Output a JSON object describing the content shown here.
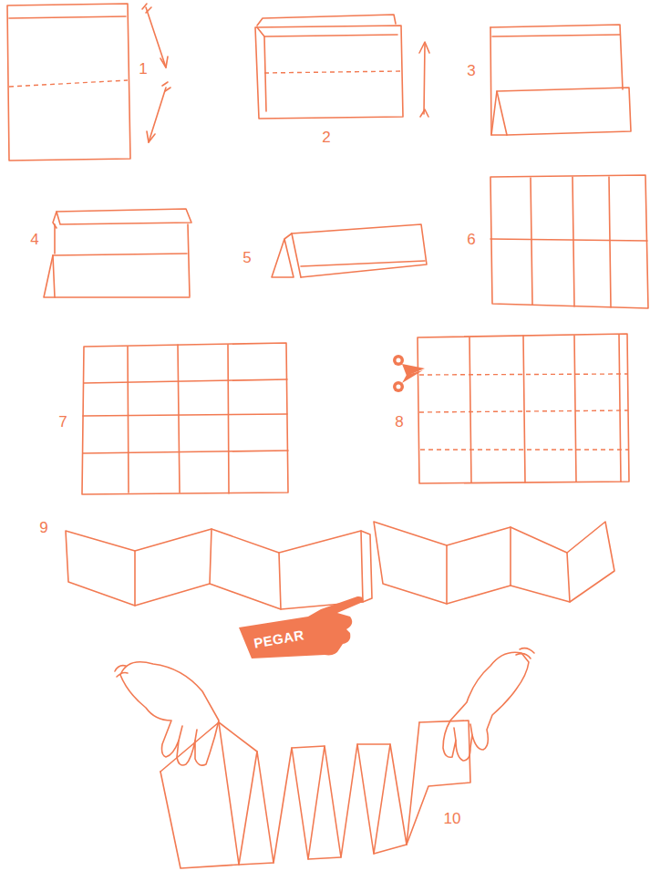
{
  "diagram": {
    "labels": [
      "1",
      "2",
      "3",
      "4",
      "5",
      "6",
      "7",
      "8",
      "9",
      "PEGAR",
      "10"
    ]
  }
}
